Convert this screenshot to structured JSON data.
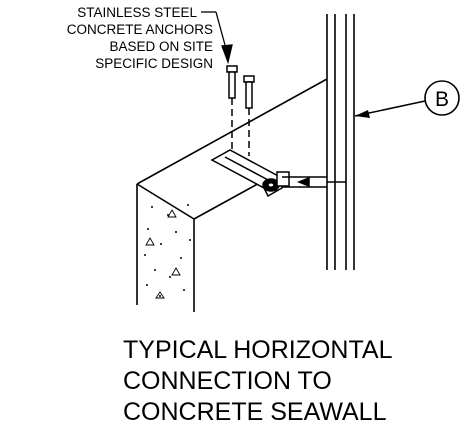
{
  "anchor_note": {
    "lines": [
      "STAINLESS STEEL",
      "CONCRETE ANCHORS",
      "BASED ON SITE",
      "SPECIFIC DESIGN"
    ]
  },
  "callout": {
    "label": "B"
  },
  "caption": {
    "lines": [
      "TYPICAL HORIZONTAL",
      "CONNECTION TO",
      "CONCRETE SEAWALL"
    ]
  }
}
